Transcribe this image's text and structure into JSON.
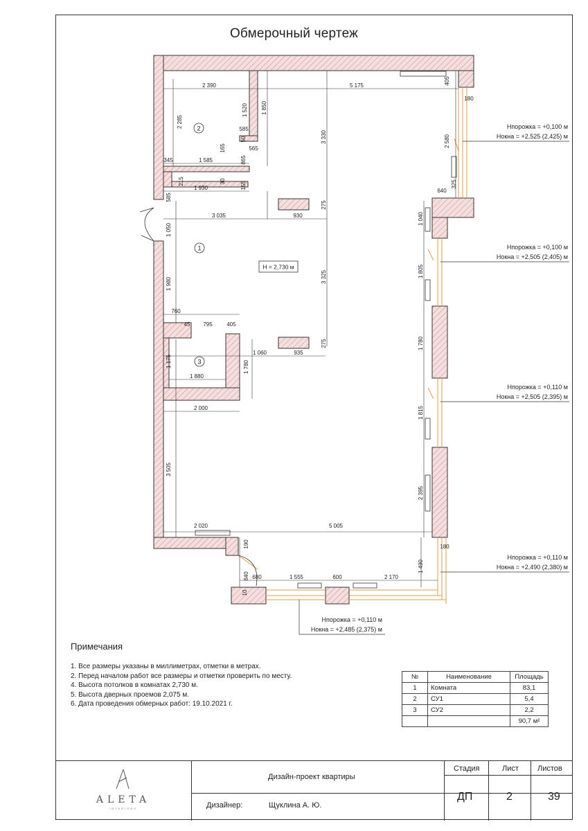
{
  "title": "Обмерочный чертеж",
  "dimensions": {
    "d2390": "2 390",
    "d5175": "5 175",
    "d405t": "405",
    "d180t": "180",
    "d2285": "2 285",
    "d1520": "1 520",
    "d1850": "1 850",
    "d585a": "585",
    "d50": "50",
    "d565": "565",
    "d165": "165",
    "d865": "865",
    "d3330": "3 330",
    "d2580": "2 580",
    "d345": "345",
    "d1585": "1 585",
    "d215": "215",
    "d30": "30",
    "d155": "155",
    "d325": "325",
    "d1930": "1 930",
    "d640": "640",
    "d585b": "585",
    "d3035": "3 035",
    "d930": "930",
    "d275a": "275",
    "d1040": "1 040",
    "d1050": "1 050",
    "d3325": "3 325",
    "d1805": "1 805",
    "d1980": "1 980",
    "d760": "760",
    "d45": "45",
    "d795": "795",
    "d405m": "405",
    "d1780a": "1 780",
    "d275b": "275",
    "d1060": "1 060",
    "d935": "935",
    "d1175": "1 175",
    "d1780b": "1 780",
    "d1880": "1 880",
    "d2000": "2 000",
    "d1815": "1 815",
    "d3505": "3 505",
    "d2395": "2 395",
    "d2020": "2 020",
    "d5005": "5 005",
    "d180b": "180",
    "d190": "190",
    "d1490": "1 490",
    "d840": "840",
    "d680": "680",
    "d1555": "1 555",
    "d600": "600",
    "d2170": "2 170",
    "d10": "10"
  },
  "rooms": {
    "r1": "1",
    "r2": "2",
    "r3": "3"
  },
  "ceiling_label": "H = 2,730 м",
  "annotations": {
    "a1_threshold": "Нпорожка = +0,100 м",
    "a1_window": "Нокна = +2,525 (2,425) м",
    "a2_threshold": "Нпорожка = +0,100 м",
    "a2_window": "Нокна = +2,505 (2,405) м",
    "a3_threshold": "Нпорожка = +0,110 м",
    "a3_window": "Нокна = +2,505 (2,395) м",
    "a4_threshold": "Нпорожка = +0,110 м",
    "a4_window": "Нокна = +2,490 (2,380) м",
    "a5_threshold": "Нпорожка = +0,110 м",
    "a5_window": "Нокна = +2,485 (2,375) м"
  },
  "notes": {
    "heading": "Примечания",
    "items": [
      "1. Все размеры указаны в миллиметрах, отметки в метрах.",
      "2. Перед началом работ все размеры и отметки проверить по месту.",
      "4. Высота потолков в комнатах 2,730 м.",
      "5. Высота дверных проемов 2,075 м.",
      "6. Дата проведения обмерных работ: 19.10.2021 г."
    ]
  },
  "area_table": {
    "headers": [
      "№",
      "Наименование",
      "Площадь"
    ],
    "rows": [
      [
        "1",
        "Комната",
        "83,1"
      ],
      [
        "2",
        "СУ1",
        "5,4"
      ],
      [
        "3",
        "СУ2",
        "2,2"
      ]
    ],
    "total": "90,7 м²"
  },
  "stamp": {
    "logo_text": "ALETA",
    "logo_sub": "INTERIORS",
    "logo_mark": "A",
    "project": "Дизайн-проект квартиры",
    "designer_label": "Дизайнер:",
    "designer_name": "Щуклина А. Ю.",
    "stage_label": "Стадия",
    "sheet_label": "Лист",
    "sheets_label": "Листов",
    "stage": "ДП",
    "sheet": "2",
    "sheets": "39"
  },
  "colors": {
    "wall_fill": "#f3dcdc",
    "wall_hatch": "#c98a8a",
    "window_line": "#e39c3c"
  }
}
